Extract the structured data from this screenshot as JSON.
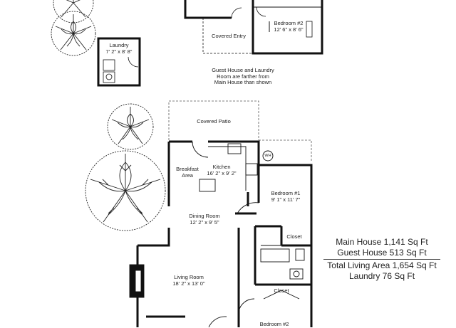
{
  "rooms": {
    "laundry": {
      "name": "Laundry",
      "size": "7' 2\" x 8' 8\""
    },
    "bedroom2_guest": {
      "name": "Bedroom #2",
      "size": "12' 6\" x 8' 6\""
    },
    "covered_entry": {
      "name": "Covered Entry"
    },
    "covered_patio": {
      "name": "Covered Patio"
    },
    "breakfast": {
      "name_line1": "Breakfast",
      "name_line2": "Area"
    },
    "kitchen": {
      "name": "Kitchen",
      "size": "16' 2\" x 9' 2\""
    },
    "bedroom1": {
      "name": "Bedroom #1",
      "size": "9' 1\" x 11' 7\""
    },
    "dining": {
      "name": "Dining Room",
      "size": "12' 2\" x 9' 5\""
    },
    "living": {
      "name": "Living Room",
      "size": "18' 2\" x 13' 0\""
    },
    "closet1": {
      "name": "Closet"
    },
    "closet2": {
      "name": "Closet"
    },
    "bedroom_bottom": {
      "name": "Bedroom #2"
    },
    "water_heater": {
      "label": "WH"
    }
  },
  "note": {
    "line1": "Guest House and Laundry",
    "line2": "Room are farther from",
    "line3": "Main House than shown"
  },
  "stats": {
    "main_house": "Main House 1,141 Sq Ft",
    "guest_house": "Guest House 513 Sq Ft",
    "total": "Total Living Area 1,654 Sq Ft",
    "laundry": "Laundry 76 Sq Ft"
  }
}
